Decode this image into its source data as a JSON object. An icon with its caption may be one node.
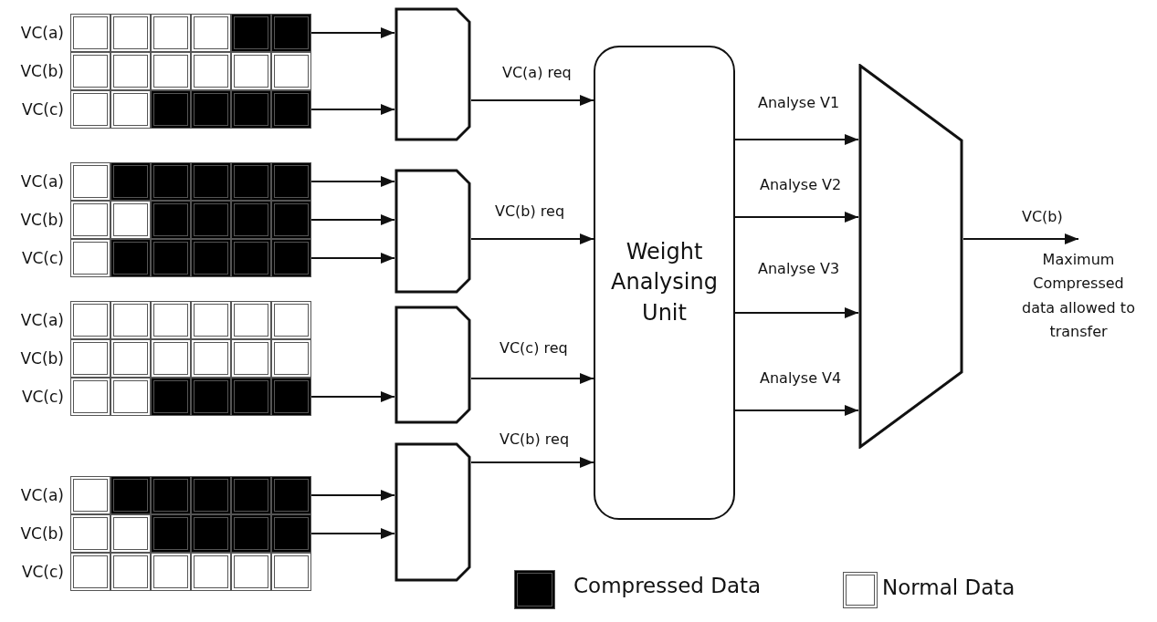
{
  "diagram": {
    "nodes": [
      {
        "text": [
          "VC(a)"
        ]
      },
      {
        "text": [
          "VC(b)"
        ]
      },
      {
        "text": [
          "VC(c)"
        ]
      },
      {
        "text": [
          "VC(a)"
        ]
      },
      {
        "text": [
          "VC(b)"
        ]
      },
      {
        "text": [
          "VC(c)"
        ]
      },
      {
        "text": [
          "VC(a)"
        ]
      },
      {
        "text": [
          "VC(b)"
        ]
      },
      {
        "text": [
          "VC(c)"
        ]
      },
      {
        "text": [
          "VC(a)"
        ]
      },
      {
        "text": [
          "VC(b)"
        ]
      },
      {
        "text": [
          "VC(c)"
        ]
      },
      {
        "text": [],
        "shape": "box"
      },
      {
        "text": [],
        "shape": "box"
      },
      {
        "text": [],
        "shape": "box"
      },
      {
        "text": [],
        "shape": "box"
      },
      {
        "text": [
          "Weight Analysing Unit"
        ]
      },
      {
        "text": [],
        "shape": "trapezoid"
      },
      {
        "text": [
          "Maximum Compressed data allowed to transfer"
        ]
      }
    ],
    "edges": [
      {
        "from": 0,
        "to": 12,
        "arrow": "to"
      },
      {
        "from": 2,
        "to": 12,
        "arrow": "to"
      },
      {
        "from": 3,
        "to": 13,
        "arrow": "to"
      },
      {
        "from": 4,
        "to": 13,
        "arrow": "to"
      },
      {
        "from": 5,
        "to": 13,
        "arrow": "to"
      },
      {
        "from": 8,
        "to": 14,
        "arrow": "to"
      },
      {
        "from": 9,
        "to": 15,
        "arrow": "to"
      },
      {
        "from": 10,
        "to": 15,
        "arrow": "to"
      },
      {
        "from": 12,
        "to": 16,
        "arrow": "to",
        "label": "VC(a) req"
      },
      {
        "from": 13,
        "to": 16,
        "arrow": "to",
        "label": "VC(b) req"
      },
      {
        "from": 14,
        "to": 16,
        "arrow": "to",
        "label": "VC(c) req"
      },
      {
        "from": 15,
        "to": 16,
        "arrow": "to",
        "label": "VC(b) req"
      },
      {
        "from": 16,
        "to": 17,
        "arrow": "to",
        "label": "Analyse V1"
      },
      {
        "from": 16,
        "to": 17,
        "arrow": "to",
        "label": "Analyse V2"
      },
      {
        "from": 16,
        "to": 17,
        "arrow": "to",
        "label": "Analyse V3"
      },
      {
        "from": 16,
        "to": 17,
        "arrow": "to",
        "label": "Analyse V4"
      },
      {
        "from": 17,
        "to": 18,
        "arrow": "to",
        "label": "VC(b)"
      }
    ],
    "legend": [
      {
        "text": "Compressed Data",
        "color": "#000000"
      },
      {
        "text": "Normal Data",
        "color": "#ffffff"
      }
    ]
  }
}
